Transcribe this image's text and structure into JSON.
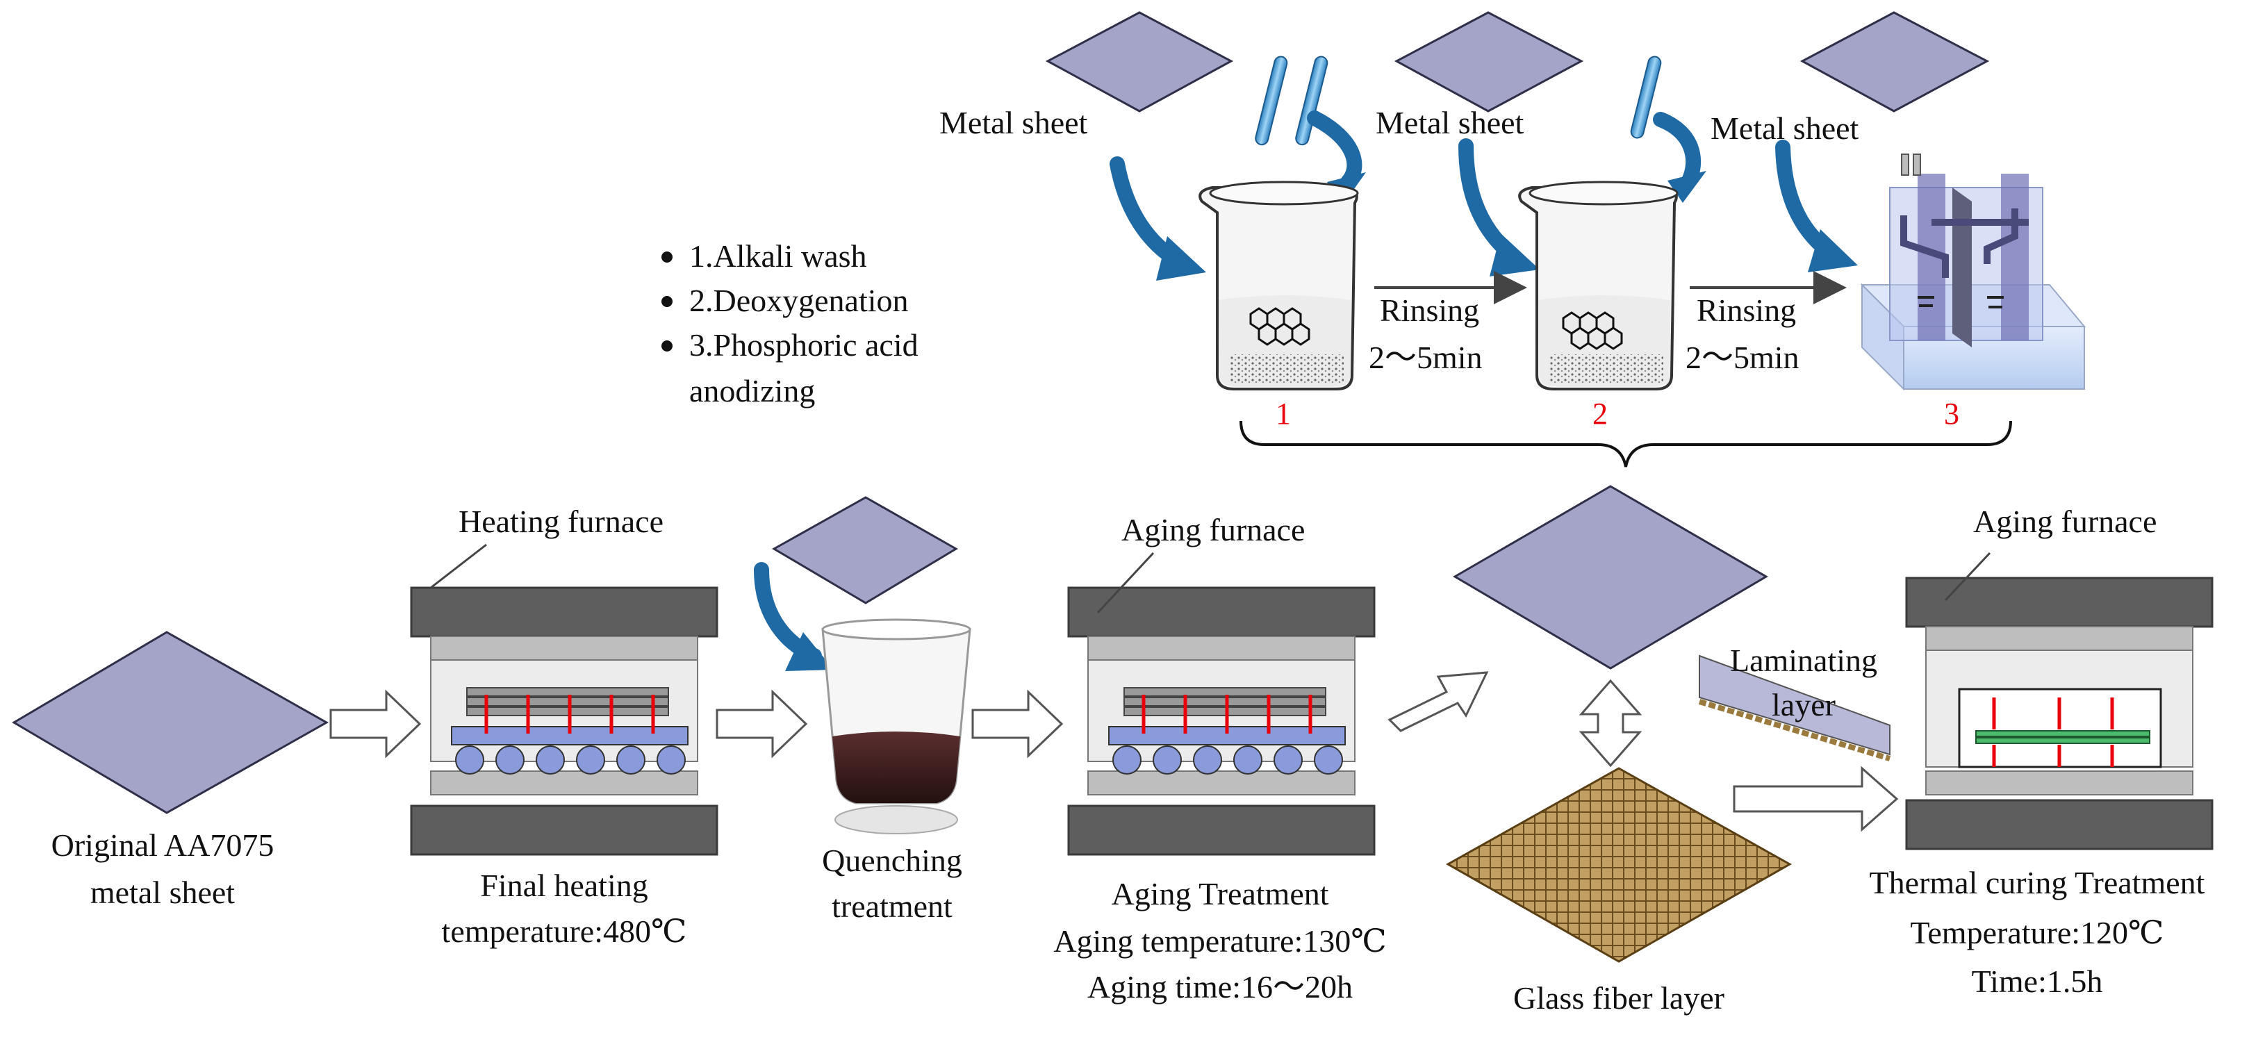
{
  "colors": {
    "metal_sheet": "#a4a4c8",
    "metal_edge": "#2f2f4a",
    "furnace_dark": "#5e5e5e",
    "furnace_light": "#bebebe",
    "plate_blue": "#8a9bdc",
    "spring_red": "#e8000b",
    "process_arrow": "#1f6aa5",
    "step_number": "#e8000b",
    "fiber_mesh": "#9b7a3e"
  },
  "pretreatment": {
    "metal_sheet_label": "Metal sheet",
    "rinsing_label": "Rinsing",
    "rinsing_time": "2～5min",
    "step_numbers": [
      "1",
      "2",
      "3"
    ],
    "steps": [
      "1.Alkali wash",
      "2.Deoxygenation",
      "3.Phosphoric acid",
      "anodizing"
    ]
  },
  "process": {
    "original_sheet": [
      "Original AA7075",
      "metal sheet"
    ],
    "heating_furnace": "Heating furnace",
    "final_heating": [
      "Final heating",
      "temperature:480℃"
    ],
    "quenching": [
      "Quenching",
      "treatment"
    ],
    "aging_furnace": "Aging furnace",
    "aging_treatment": [
      "Aging Treatment",
      "Aging temperature:130℃",
      "Aging time:16～20h"
    ],
    "laminating_layer": [
      "Laminating",
      "layer"
    ],
    "glass_fiber_layer": "Glass fiber layer",
    "curing_furnace": "Aging furnace",
    "thermal_curing": [
      "Thermal curing Treatment",
      "Temperature:120℃",
      "Time:1.5h"
    ]
  }
}
